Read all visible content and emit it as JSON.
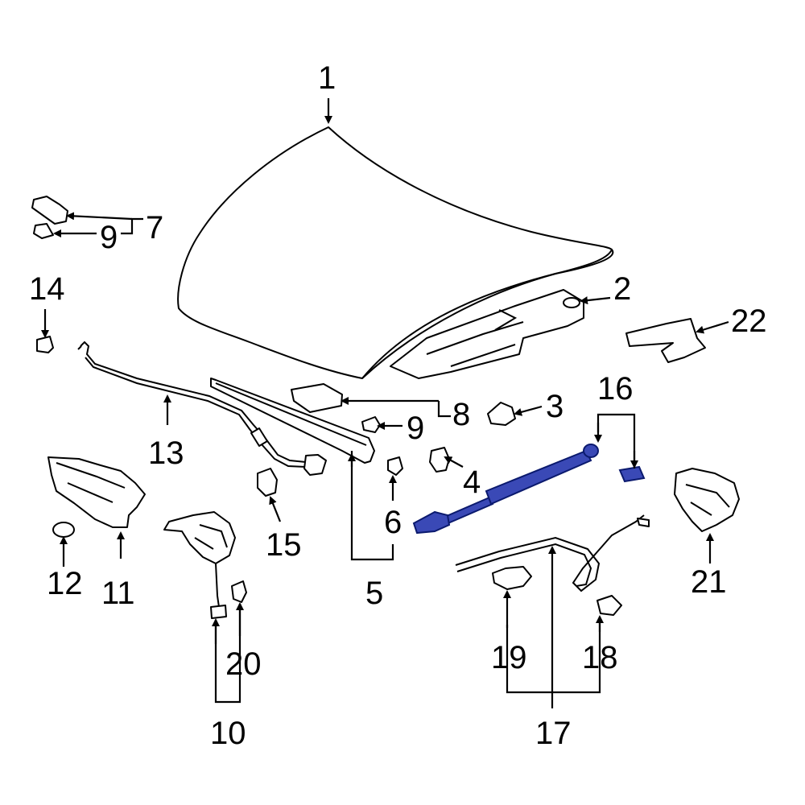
{
  "callouts": {
    "c1": "1",
    "c2": "2",
    "c3": "3",
    "c4": "4",
    "c5": "5",
    "c6": "6",
    "c7": "7",
    "c8": "8",
    "c9a": "9",
    "c9b": "9",
    "c10": "10",
    "c11": "11",
    "c12": "12",
    "c13": "13",
    "c14": "14",
    "c15": "15",
    "c16": "16",
    "c17": "17",
    "c18": "18",
    "c19": "19",
    "c20": "20",
    "c21": "21",
    "c22": "22"
  },
  "colors": {
    "highlight": "#3a49b6",
    "line": "#000000",
    "background": "#ffffff"
  }
}
